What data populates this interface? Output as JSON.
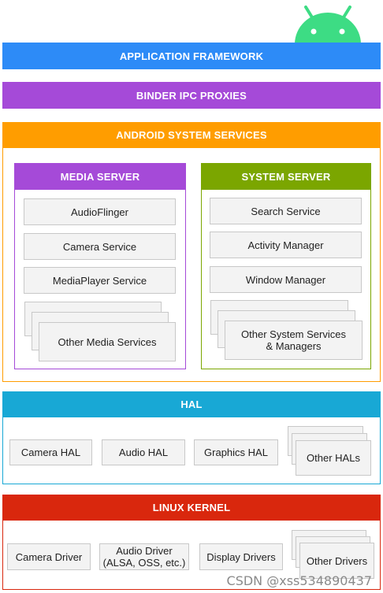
{
  "colors": {
    "android_green": "#3ddc84",
    "app_framework": "#2d8bf7",
    "binder": "#a54ad8",
    "system_services": "#ff9d00",
    "media_server": "#a54ad8",
    "system_server": "#7ba600",
    "hal": "#18a8d5",
    "kernel": "#d9270d"
  },
  "logo": {
    "icon": "android-robot-icon"
  },
  "layers": {
    "app_framework": "APPLICATION FRAMEWORK",
    "binder": "BINDER IPC PROXIES",
    "system_services": {
      "title": "ANDROID SYSTEM SERVICES",
      "media_server": {
        "title": "MEDIA SERVER",
        "items": [
          "AudioFlinger",
          "Camera Service",
          "MediaPlayer Service",
          "Other Media Services"
        ]
      },
      "system_server": {
        "title": "SYSTEM SERVER",
        "items": [
          "Search Service",
          "Activity Manager",
          "Window Manager",
          "Other System Services\n& Managers"
        ]
      }
    },
    "hal": {
      "title": "HAL",
      "items": [
        "Camera HAL",
        "Audio HAL",
        "Graphics HAL",
        "Other HALs"
      ]
    },
    "kernel": {
      "title": "LINUX KERNEL",
      "items": [
        "Camera Driver",
        "Audio Driver\n(ALSA, OSS, etc.)",
        "Display Drivers",
        "Other Drivers"
      ]
    }
  },
  "watermark": "CSDN @xss534890437"
}
